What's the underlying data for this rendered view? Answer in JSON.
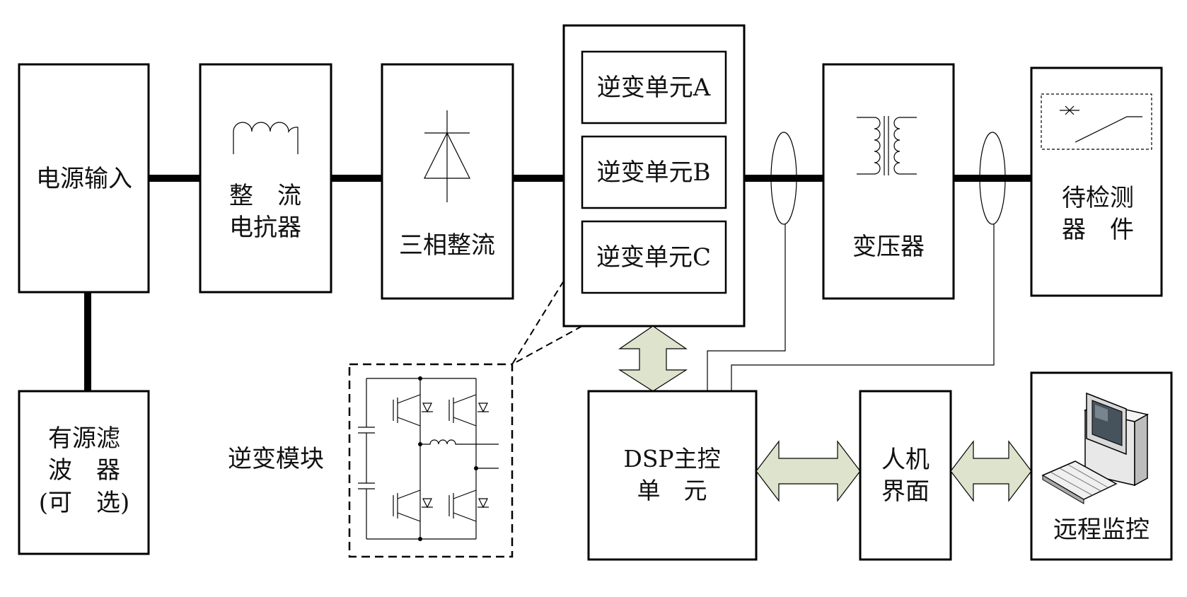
{
  "blocks": {
    "power_input": "电源输入",
    "rectifier_reactor_1": "整　流",
    "rectifier_reactor_2": "电抗器",
    "three_phase_rectifier": "三相整流",
    "inverter_a": "逆变单元A",
    "inverter_b": "逆变单元B",
    "inverter_c": "逆变单元C",
    "transformer": "变压器",
    "dut_1": "待检测",
    "dut_2": "器　件",
    "active_filter_1": "有源滤",
    "active_filter_2": "波　器",
    "active_filter_3": "(可　选)",
    "inverter_module": "逆变模块",
    "dsp_1": "DSP主控",
    "dsp_2": "单　元",
    "hmi_1": "人机",
    "hmi_2": "界面",
    "remote": "远程监控"
  },
  "icons": {
    "reactor": "inductor-coil-icon",
    "rectifier": "diode-icon",
    "transformer": "transformer-icon",
    "dut": "switch-icon",
    "current_sensor": "current-transformer-icon",
    "remote": "computer-icon"
  },
  "colors": {
    "arrow_fill": "#dde3cc",
    "line": "#000000"
  }
}
